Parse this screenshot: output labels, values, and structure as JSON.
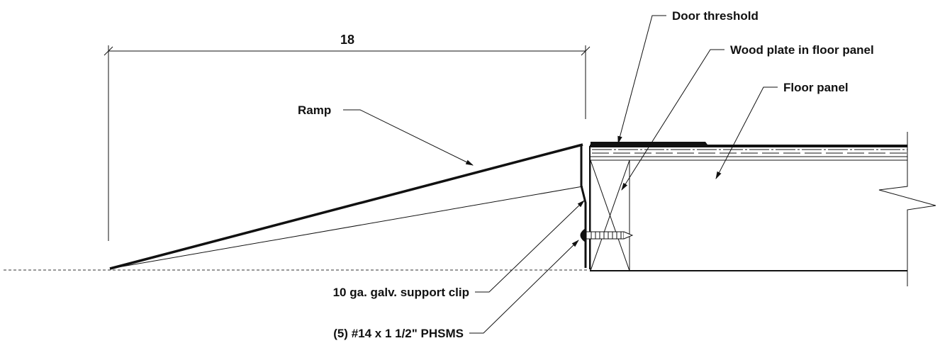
{
  "dimension": {
    "value": "18"
  },
  "callouts": {
    "door_threshold": "Door threshold",
    "wood_plate": "Wood plate in floor panel",
    "floor_panel": "Floor panel",
    "ramp": "Ramp",
    "support_clip": "10 ga. galv. support clip",
    "screws": "(5) #14 x 1 1/2\" PHSMS"
  },
  "colors": {
    "line": "#111111",
    "background": "#ffffff"
  }
}
